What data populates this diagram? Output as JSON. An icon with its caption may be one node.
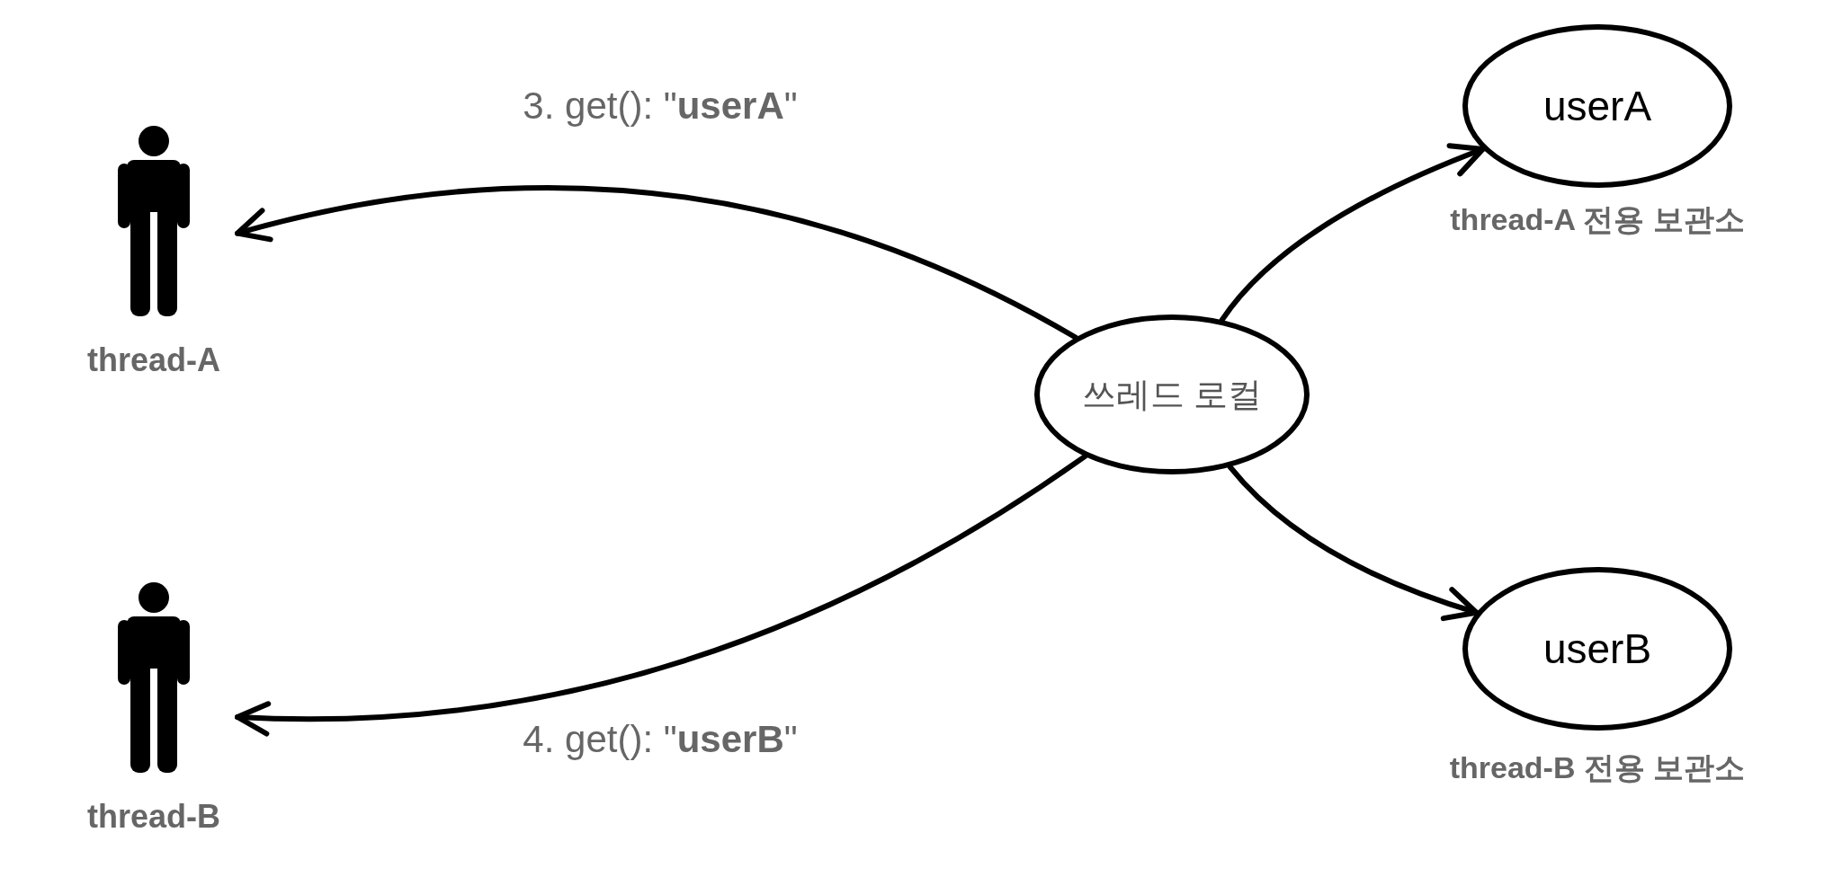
{
  "diagram": {
    "nodes": [
      {
        "text": [
          "thread-A"
        ]
      },
      {
        "text": [
          "thread-B"
        ]
      },
      {
        "text": [
          "쓰레드 로컬"
        ]
      },
      {
        "text": [
          "userA"
        ],
        "beside": [
          "thread-A 전용 보관소"
        ]
      },
      {
        "text": [
          "userB"
        ],
        "beside": [
          "thread-B 전용 보관소"
        ]
      }
    ],
    "edges": [
      {
        "from": 2,
        "to": 0,
        "arrow": "to",
        "label": "3. get(): \"**userA**\""
      },
      {
        "from": 2,
        "to": 1,
        "arrow": "to",
        "label": "4. get(): \"**userB**\""
      },
      {
        "from": 2,
        "to": 3,
        "arrow": "to"
      },
      {
        "from": 2,
        "to": 4,
        "arrow": "to"
      }
    ]
  }
}
